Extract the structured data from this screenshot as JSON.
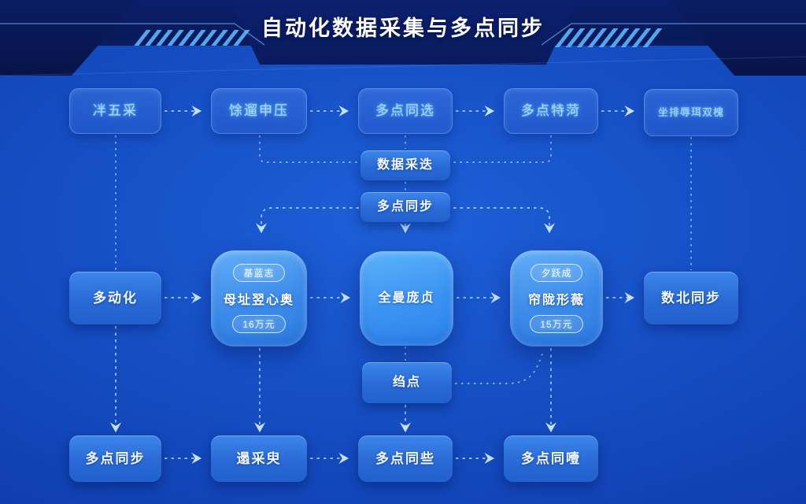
{
  "header": {
    "title": "自动化数据采集与多点同步"
  },
  "colors": {
    "background_center": "#1d5fd8",
    "background_edge": "#092674",
    "header_band": "#0a1b5e",
    "node_solid_top": "#3c86ec",
    "node_solid_bottom": "#2160ce",
    "squircle_top": "#63b0f7",
    "squircle_bottom": "#2f7ce0",
    "connector": "#a9d2fa",
    "title_text": "#ffffff",
    "glass_text": "#a9d8ff"
  },
  "diagram": {
    "row1": [
      {
        "label": "冸五采"
      },
      {
        "label": "馀遛申压"
      },
      {
        "label": "多点同选"
      },
      {
        "label": "多点特菏"
      },
      {
        "label": "坐排辱珥双槐"
      }
    ],
    "mid": {
      "collect": "数据采迭",
      "sync": "多点同步"
    },
    "row2": {
      "left": "多动化",
      "squircle_left": {
        "top": "基蓝志",
        "main": "母址翌心奥",
        "bottom": "16万元"
      },
      "center": "全曼庞贞",
      "squircle_right": {
        "top": "夕跃成",
        "main": "帘陇形薇",
        "bottom": "15万元"
      },
      "right": "数北同步"
    },
    "junction": {
      "label": "绉点"
    },
    "row3": [
      {
        "label": "多点同步"
      },
      {
        "label": "遢采臾"
      },
      {
        "label": "多点同些"
      },
      {
        "label": "多点同噎"
      }
    ]
  }
}
